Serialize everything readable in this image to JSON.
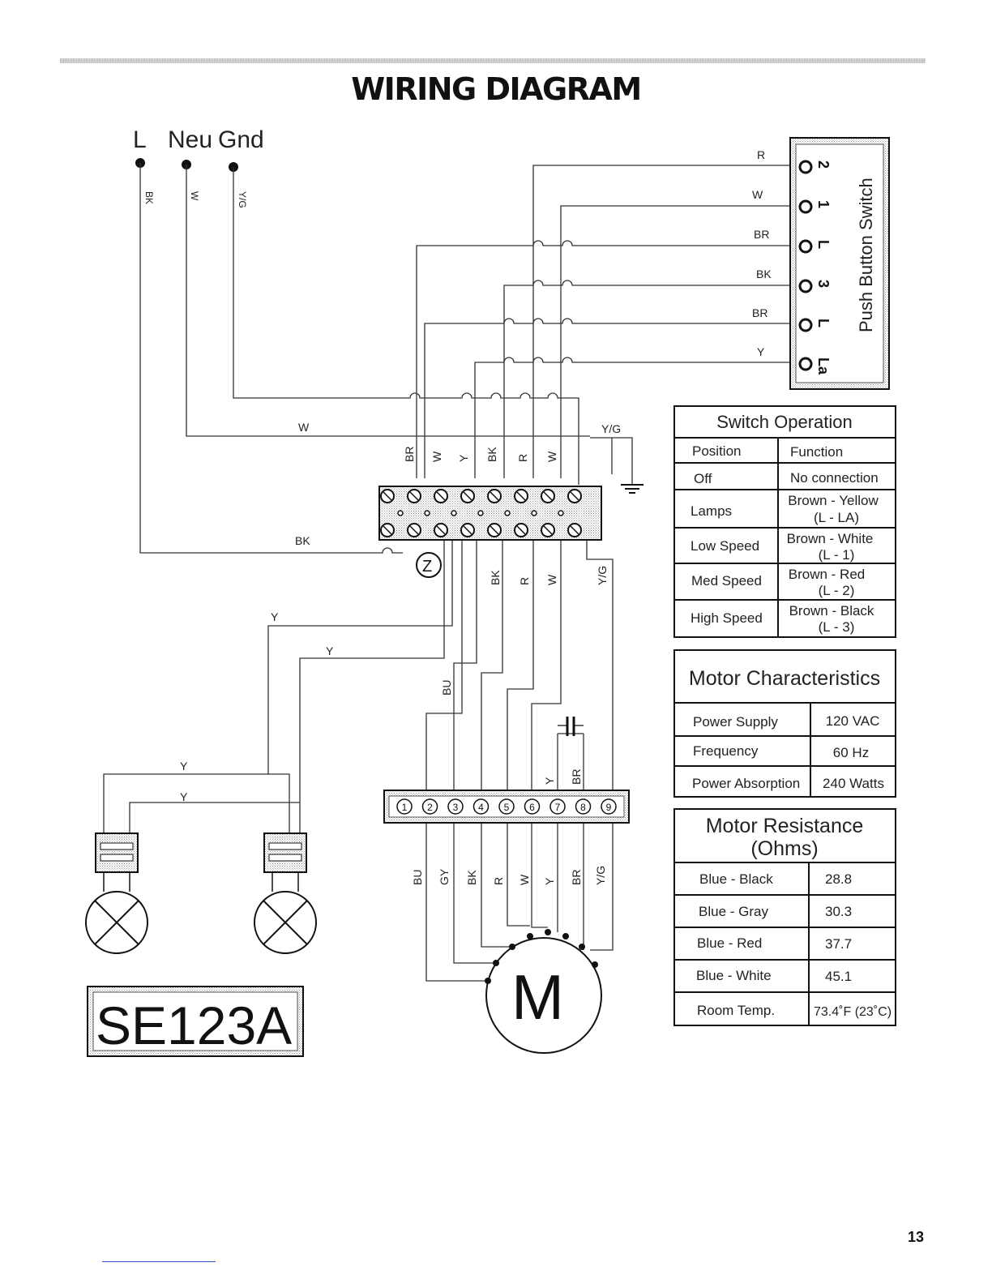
{
  "page": {
    "title": "WIRING DIAGRAM",
    "page_number": "13"
  },
  "supply": {
    "line": "L",
    "neutral": "Neu",
    "ground": "Gnd"
  },
  "wire_codes": {
    "bk": "BK",
    "w": "W",
    "yg": "Y/G",
    "r": "R",
    "br": "BR",
    "y": "Y",
    "bu": "BU",
    "gy": "GY",
    "z": "Z",
    "m": "M"
  },
  "push_button_switch": {
    "label": "Push Button Switch",
    "terminals": [
      "2",
      "1",
      "L",
      "3",
      "L",
      "La"
    ],
    "wires": [
      "R",
      "W",
      "BR",
      "BK",
      "BR",
      "Y"
    ]
  },
  "terminal_strip_top": [
    "BR",
    "W",
    "Y",
    "BK",
    "R",
    "W"
  ],
  "terminal_strip_bottom": [
    "BK",
    "R",
    "W",
    "Y/G"
  ],
  "motor_block": {
    "numbers": [
      "1",
      "2",
      "3",
      "4",
      "5",
      "6",
      "7",
      "8",
      "9"
    ],
    "wires_below": [
      "BU",
      "GY",
      "BK",
      "R",
      "W",
      "Y",
      "BR",
      "Y/G"
    ]
  },
  "model": "SE123A",
  "switch_operation": {
    "title": "Switch Operation",
    "headers": [
      "Position",
      "Function"
    ],
    "rows": [
      {
        "position": "Off",
        "function": "No connection",
        "pins": ""
      },
      {
        "position": "Lamps",
        "function": "Brown - Yellow",
        "pins": "(L - LA)"
      },
      {
        "position": "Low Speed",
        "function": "Brown - White",
        "pins": "(L - 1)"
      },
      {
        "position": "Med Speed",
        "function": "Brown - Red",
        "pins": "(L - 2)"
      },
      {
        "position": "High Speed",
        "function": "Brown - Black",
        "pins": "(L - 3)"
      }
    ]
  },
  "motor_characteristics": {
    "title": "Motor Characteristics",
    "rows": [
      {
        "label": "Power Supply",
        "value": "120 VAC"
      },
      {
        "label": "Frequency",
        "value": "60 Hz"
      },
      {
        "label": "Power Absorption",
        "value": "240 Watts"
      }
    ]
  },
  "motor_resistance": {
    "title": "Motor Resistance",
    "subtitle": "(Ohms)",
    "rows": [
      {
        "label": "Blue - Black",
        "value": "28.8"
      },
      {
        "label": "Blue - Gray",
        "value": "30.3"
      },
      {
        "label": "Blue - Red",
        "value": "37.7"
      },
      {
        "label": "Blue - White",
        "value": "45.1"
      },
      {
        "label": "Room Temp.",
        "value": "73.4˚F (23˚C)"
      }
    ]
  }
}
